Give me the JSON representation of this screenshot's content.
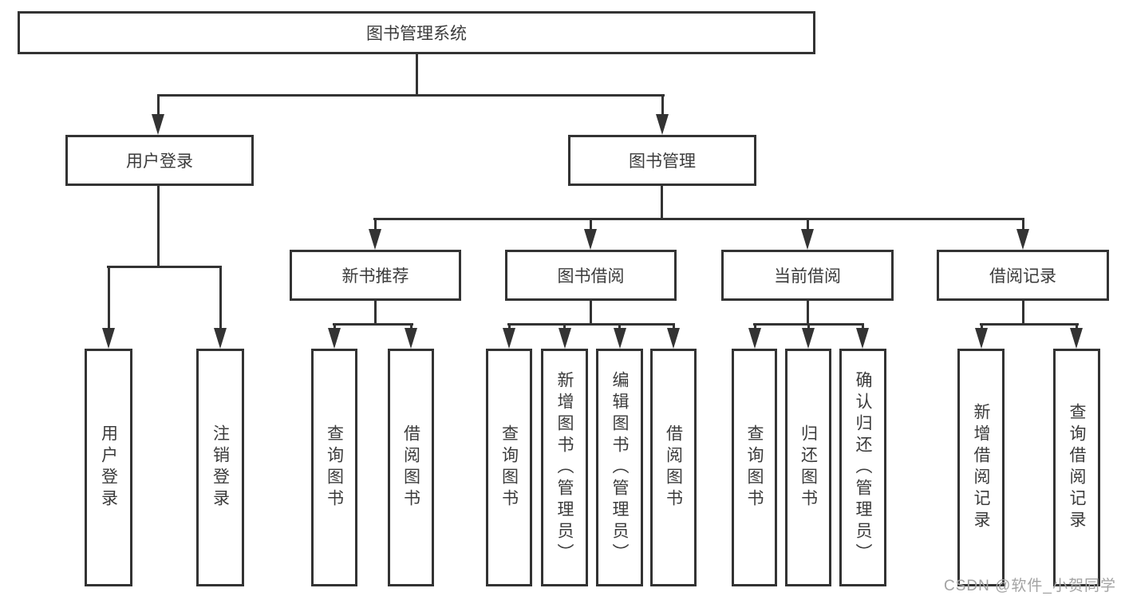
{
  "diagram": {
    "type": "feature-tree",
    "tree": {
      "label": "图书管理系统",
      "children": [
        {
          "label": "用户登录",
          "children": [
            {
              "label": "用户登录"
            },
            {
              "label": "注销登录"
            }
          ]
        },
        {
          "label": "图书管理",
          "children": [
            {
              "label": "新书推荐",
              "children": [
                {
                  "label": "查询图书"
                },
                {
                  "label": "借阅图书"
                }
              ]
            },
            {
              "label": "图书借阅",
              "children": [
                {
                  "label": "查询图书"
                },
                {
                  "label": "新增图书（管理员）"
                },
                {
                  "label": "编辑图书（管理员）"
                },
                {
                  "label": "借阅图书"
                }
              ]
            },
            {
              "label": "当前借阅",
              "children": [
                {
                  "label": "查询图书"
                },
                {
                  "label": "归还图书"
                },
                {
                  "label": "确认归还（管理员）"
                }
              ]
            },
            {
              "label": "借阅记录",
              "children": [
                {
                  "label": "新增借阅记录"
                },
                {
                  "label": "查询借阅记录"
                }
              ]
            }
          ]
        }
      ]
    },
    "colors": {
      "line": "#333333",
      "box_border": "#333333",
      "text": "#3b3b3b",
      "watermark": "#a3a3a3",
      "background": "#ffffff"
    }
  },
  "watermark": "CSDN @软件_小贺同学"
}
